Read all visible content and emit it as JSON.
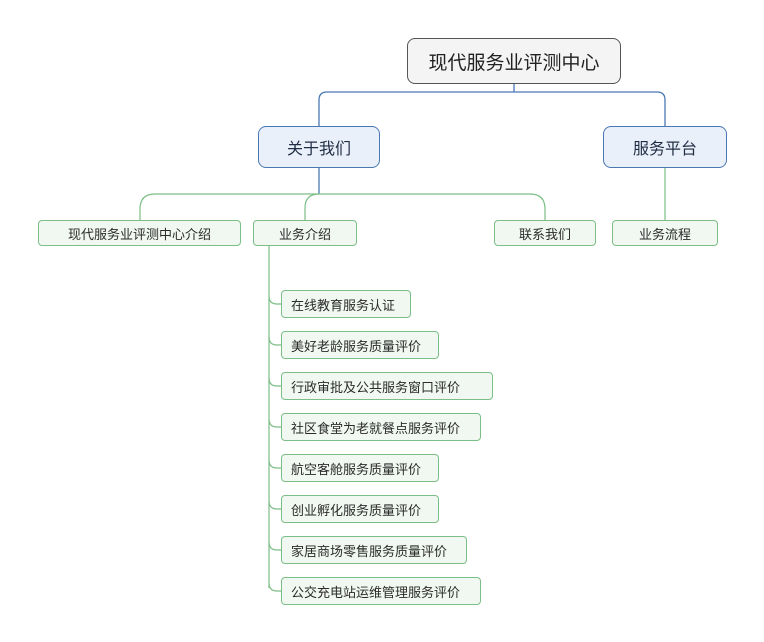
{
  "diagram": {
    "root": {
      "label": "现代服务业评测中心"
    },
    "branches": [
      {
        "label": "关于我们",
        "children": [
          {
            "label": "现代服务业评测中心介绍"
          },
          {
            "label": "业务介绍",
            "children": [
              {
                "label": "在线教育服务认证"
              },
              {
                "label": "美好老龄服务质量评价"
              },
              {
                "label": "行政审批及公共服务窗口评价"
              },
              {
                "label": "社区食堂为老就餐点服务评价"
              },
              {
                "label": "航空客舱服务质量评价"
              },
              {
                "label": "创业孵化服务质量评价"
              },
              {
                "label": "家居商场零售服务质量评价"
              },
              {
                "label": "公交充电站运维管理服务评价"
              }
            ]
          },
          {
            "label": "联系我们"
          }
        ]
      },
      {
        "label": "服务平台",
        "children": [
          {
            "label": "业务流程"
          }
        ]
      }
    ]
  },
  "colors": {
    "root_border": "#555555",
    "root_fill": "#f4f4f4",
    "level1_border": "#4a78b4",
    "level1_fill": "#eaf0fa",
    "level1_connector": "#4a78b4",
    "level2_border": "#7cbf86",
    "level2_fill": "#f1f8f1",
    "level2_connector": "#7cbf86"
  }
}
